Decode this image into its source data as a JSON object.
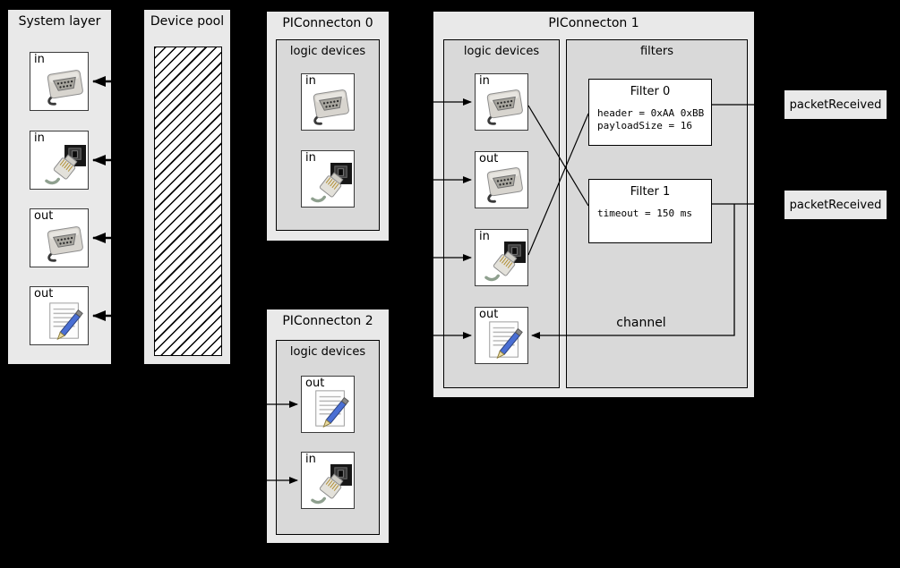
{
  "colors": {
    "background": "#000000",
    "panel": "#e9e9e9",
    "inner_panel": "#d9d9d9",
    "device_background": "#ffffff",
    "connector": "#000000"
  },
  "system_layer": {
    "title": "System layer",
    "devices": [
      {
        "label": "in",
        "icon": "serial-port-icon"
      },
      {
        "label": "in",
        "icon": "ethernet-icon"
      },
      {
        "label": "out",
        "icon": "serial-port-icon"
      },
      {
        "label": "out",
        "icon": "script-icon"
      }
    ]
  },
  "device_pool": {
    "title": "Device pool"
  },
  "piconnecton0": {
    "title": "PIConnecton 0",
    "group_title": "logic devices",
    "devices": [
      {
        "label": "in",
        "icon": "serial-port-icon"
      },
      {
        "label": "in",
        "icon": "ethernet-icon"
      }
    ]
  },
  "piconnecton2": {
    "title": "PIConnecton 2",
    "group_title": "logic devices",
    "devices": [
      {
        "label": "out",
        "icon": "script-icon"
      },
      {
        "label": "in",
        "icon": "ethernet-icon"
      }
    ]
  },
  "piconnecton1": {
    "title": "PIConnecton 1",
    "logic_group_title": "logic devices",
    "filters_group_title": "filters",
    "channel_label": "channel",
    "devices": [
      {
        "label": "in",
        "icon": "serial-port-icon"
      },
      {
        "label": "out",
        "icon": "serial-port-icon"
      },
      {
        "label": "in",
        "icon": "ethernet-icon"
      },
      {
        "label": "out",
        "icon": "script-icon"
      }
    ],
    "filters": [
      {
        "title": "Filter 0",
        "params": [
          "header = 0xAA 0xBB",
          "payloadSize = 16"
        ]
      },
      {
        "title": "Filter 1",
        "params": [
          "timeout = 150 ms"
        ]
      }
    ]
  },
  "events": [
    {
      "label": "packetReceived"
    },
    {
      "label": "packetReceived"
    }
  ]
}
